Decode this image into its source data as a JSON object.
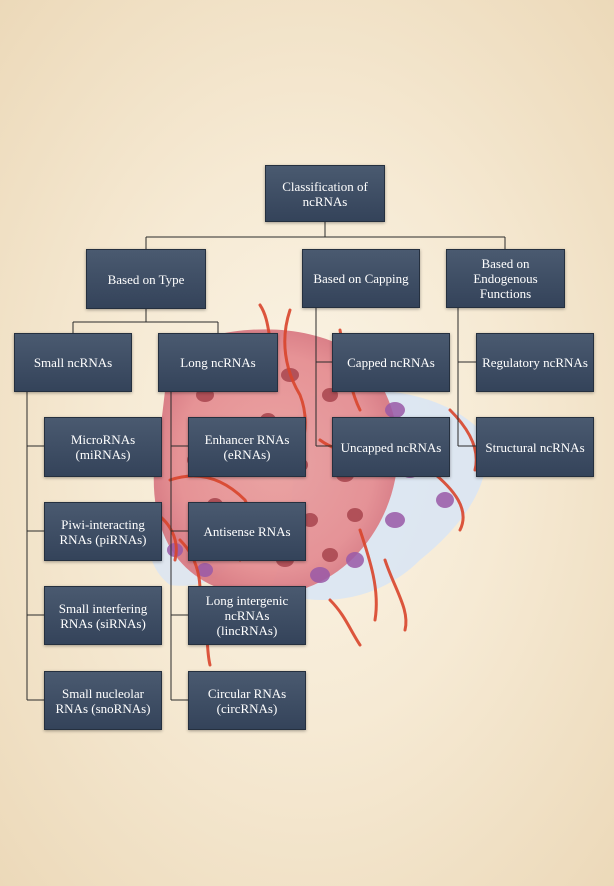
{
  "nodes": {
    "root": "Classification of\nncRNAs",
    "type": "Based on Type",
    "capping": "Based on Capping",
    "functions": "Based on\nEndogenous\nFunctions",
    "small": "Small ncRNAs",
    "long": "Long ncRNAs",
    "capped": "Capped ncRNAs",
    "regulatory": "Regulatory ncRNAs",
    "uncapped": "Uncapped ncRNAs",
    "structural": "Structural ncRNAs",
    "mirna": "MicroRNAs\n(miRNAs)",
    "pirna": "Piwi-interacting\nRNAs (piRNAs)",
    "sirna": "Small interfering\nRNAs (siRNAs)",
    "snorna": "Small nucleolar\nRNAs (snoRNAs)",
    "erna": "Enhancer RNAs\n(eRNAs)",
    "antisense": "Antisense RNAs",
    "lincrna": "Long intergenic\nncRNAs (lincRNAs)",
    "circrna": "Circular RNAs\n(circRNAs)"
  },
  "colors": {
    "node_fill": "#3d4c63",
    "node_text": "#ffffff",
    "background": "#f6ead4",
    "tissue": "#e79a9a",
    "vessel": "#d9452c",
    "nucleus": "#9a5aa8"
  },
  "background_image": "cell-tissue-illustration"
}
